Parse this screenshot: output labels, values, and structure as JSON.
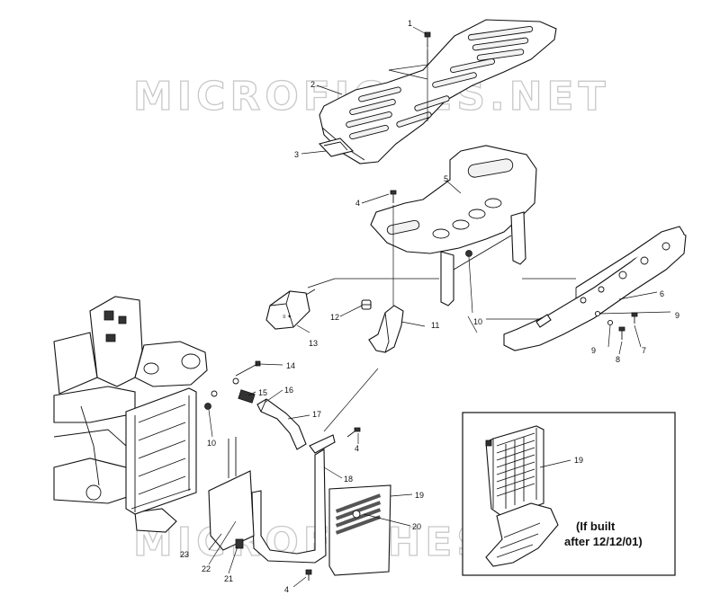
{
  "watermark": {
    "top": "MICROFICHES.NET",
    "bottom": "MICROFICHES.NET"
  },
  "inset": {
    "note_line1": "(If built",
    "note_line2": "after 12/12/01)",
    "callout": "19"
  },
  "callouts": {
    "c1": "1",
    "c2": "2",
    "c3": "3",
    "c4a": "4",
    "c5": "5",
    "c6": "6",
    "c7": "7",
    "c8": "8",
    "c9a": "9",
    "c9b": "9",
    "c10a": "10",
    "c10b": "10",
    "c11": "11",
    "c12": "12",
    "c13": "13",
    "c14": "14",
    "c15": "15",
    "c16": "16",
    "c17": "17",
    "c18": "18",
    "c19": "19",
    "c20": "20",
    "c21": "21",
    "c22": "22",
    "c23": "23",
    "c4b": "4",
    "c4c": "4"
  }
}
